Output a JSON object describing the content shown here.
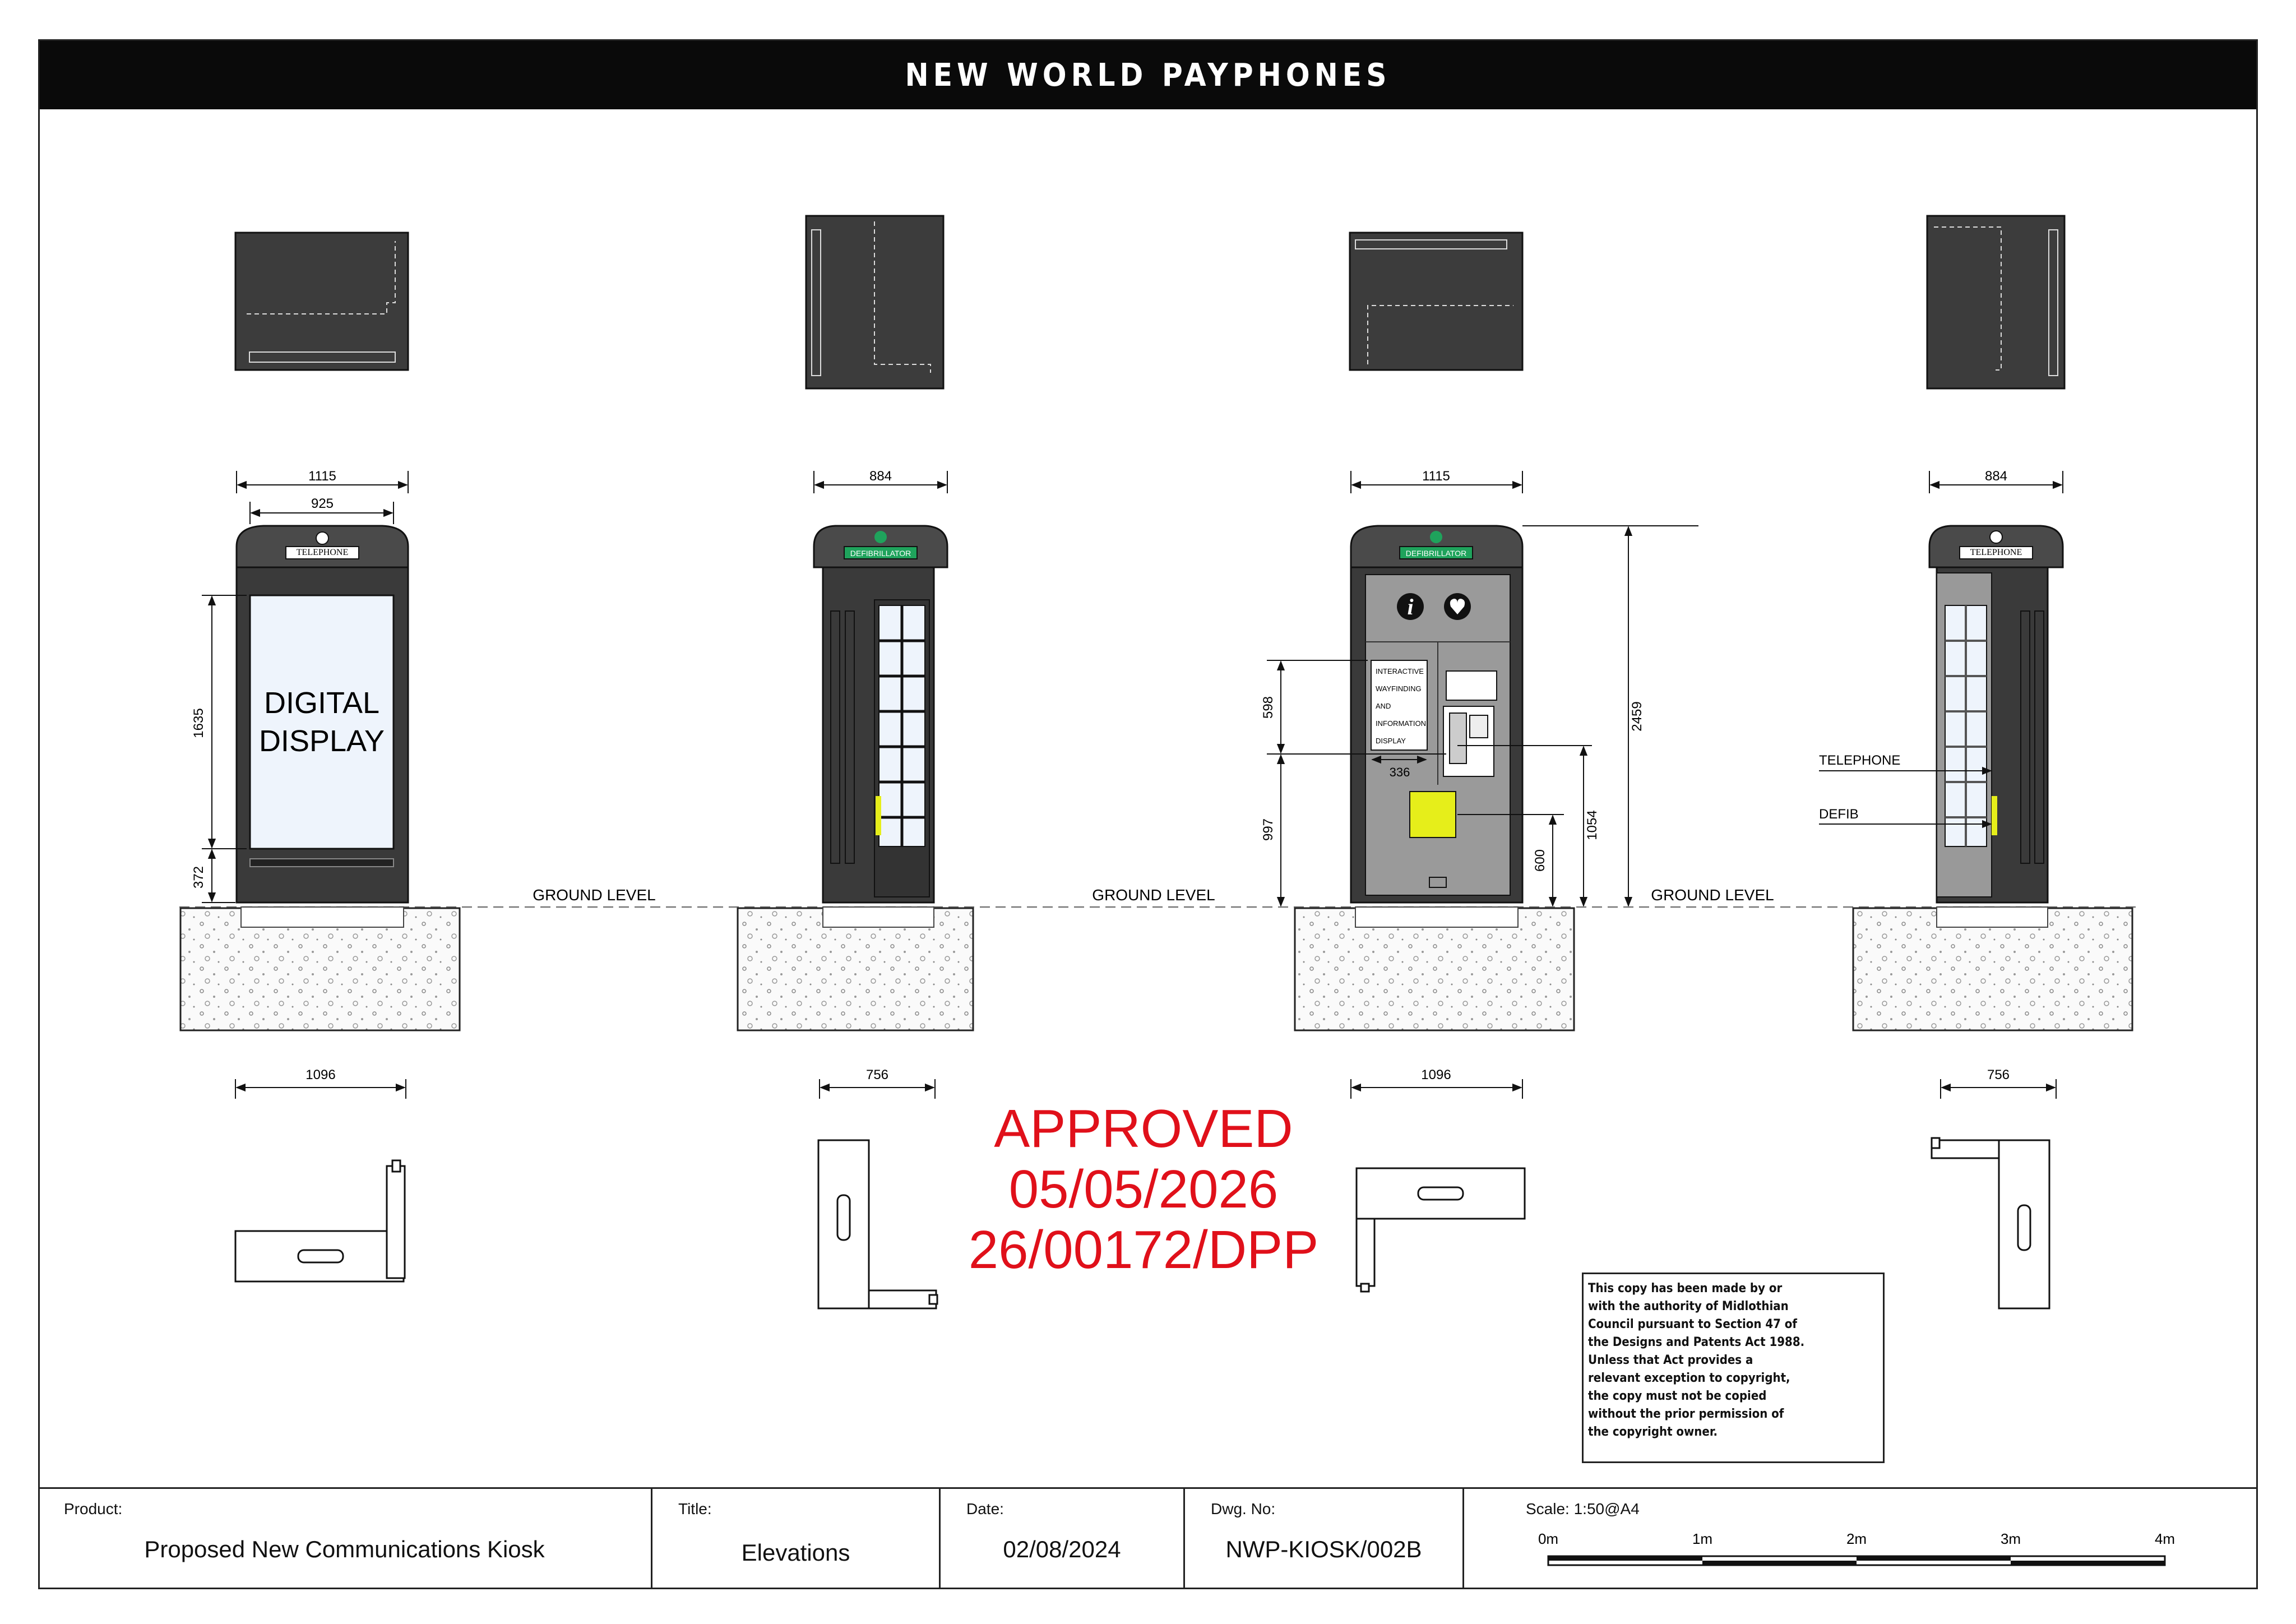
{
  "header": {
    "title": "NEW WORLD PAYPHONES"
  },
  "elevations": [
    {
      "top_width": "1115",
      "inner_width": "925",
      "base_width": "1096",
      "sign": "TELEPHONE",
      "display_line1": "DIGITAL",
      "display_line2": "DISPLAY",
      "dim_display_h": "1635",
      "dim_base_h": "372"
    },
    {
      "top_width": "884",
      "base_width": "756",
      "sign": "DEFIBRILLATOR"
    },
    {
      "top_width": "1115",
      "base_width": "1096",
      "sign": "DEFIBRILLATOR",
      "screen_lines": [
        "INTERACTIVE",
        "WAYFINDING",
        "AND",
        "INFORMATION",
        "DISPLAY"
      ],
      "dim_screen_w": "336",
      "dim_598": "598",
      "dim_997": "997",
      "dim_600": "600",
      "dim_1054": "1054",
      "dim_2459": "2459"
    },
    {
      "top_width": "884",
      "base_width": "756",
      "sign": "TELEPHONE",
      "callout_telephone": "TELEPHONE",
      "callout_defib": "DEFIB"
    }
  ],
  "ground_labels": [
    "GROUND LEVEL",
    "GROUND LEVEL",
    "GROUND LEVEL"
  ],
  "approval": {
    "line1": "APPROVED",
    "line2": "05/05/2026",
    "line3": "26/00172/DPP"
  },
  "copyright_notice": "This copy has been made by or with the authority of Midlothian Council pursuant to Section 47 of the Designs and Patents Act 1988. Unless that Act provides a relevant exception to copyright, the copy must not be copied without the prior permission of the copyright owner.",
  "title_block": {
    "product_caption": "Product:",
    "product": "Proposed New Communications Kiosk",
    "title_caption": "Title:",
    "title": "Elevations",
    "date_caption": "Date:",
    "date": "02/08/2024",
    "dwg_caption": "Dwg. No:",
    "dwg_no": "NWP-KIOSK/002B",
    "scale_caption": "Scale: 1:50@A4",
    "scale_ticks": [
      "0m",
      "1m",
      "2m",
      "3m",
      "4m"
    ]
  },
  "colors": {
    "kiosk_dark": "#3a3a3a",
    "kiosk_panel": "#9a9a9a",
    "display_fill": "#eef4fc",
    "defib_yellow": "#e6ee1a",
    "sign_green": "#1fa35c",
    "approved_red": "#e0101a"
  }
}
